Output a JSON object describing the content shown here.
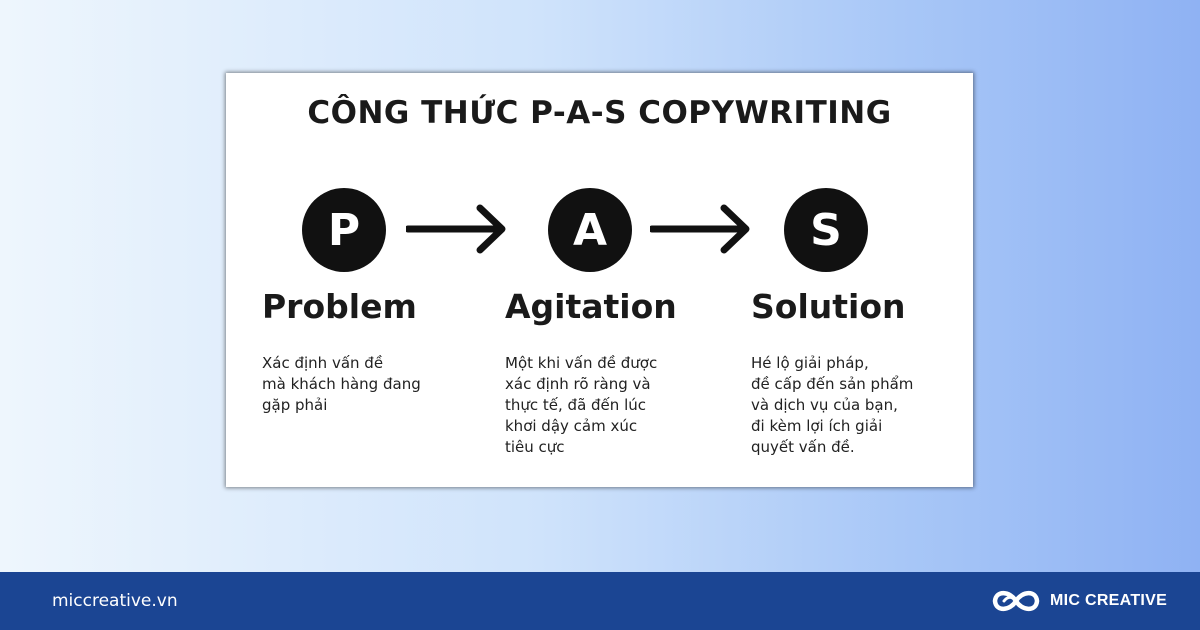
{
  "card": {
    "title": "CÔNG THỨC P-A-S COPYWRITING",
    "steps": [
      {
        "letter": "P",
        "name": "Problem",
        "description": "Xác định vấn đề\nmà khách hàng đang\ngặp phải"
      },
      {
        "letter": "A",
        "name": "Agitation",
        "description": "Một khi vấn đề được\nxác định rõ ràng và\nthực tế, đã đến lúc\nkhơi dậy cảm xúc\ntiêu cực"
      },
      {
        "letter": "S",
        "name": "Solution",
        "description": "Hé lộ giải pháp,\nđề cấp đến sản phẩm\nvà dịch vụ của bạn,\nđi kèm lợi ích giải\nquyết vấn đề."
      }
    ]
  },
  "footer": {
    "website": "miccreative.vn",
    "brand": "MIC CREATIVE",
    "logo_icon": "infinity-icon"
  },
  "colors": {
    "footer_bg": "#1b4593",
    "circle": "#111111",
    "card_bg": "#ffffff"
  }
}
